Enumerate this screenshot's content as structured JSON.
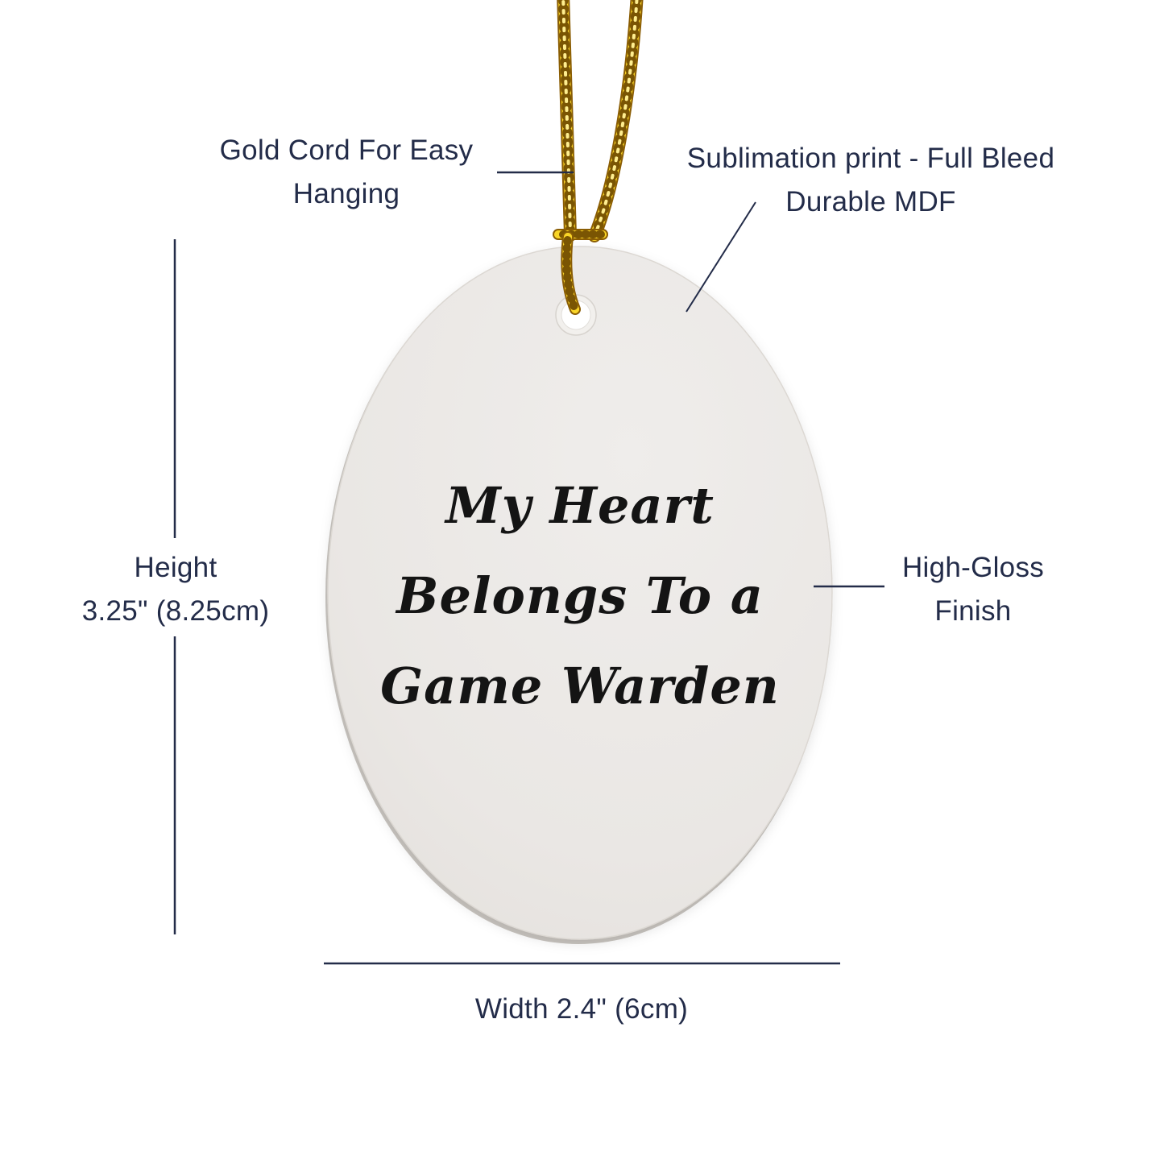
{
  "labels": {
    "cord": {
      "line1": "Gold Cord For Easy",
      "line2": "Hanging"
    },
    "print": {
      "line1": "Sublimation print - Full Bleed",
      "line2": "Durable MDF"
    },
    "height": {
      "line1": "Height",
      "line2": "3.25\" (8.25cm)"
    },
    "finish": {
      "line1": "High-Gloss",
      "line2": "Finish"
    },
    "width": {
      "text": "Width 2.4\" (6cm)"
    }
  },
  "ornament": {
    "text_lines": [
      "My Heart",
      "Belongs To a",
      "Game Warden"
    ]
  },
  "colors": {
    "label_text": "#232c49",
    "annotation_line": "#232c49",
    "ornament_fill": "#eae7e4",
    "ornament_edge": "#c9c5c0",
    "ornament_text": "#141414",
    "cord_gold_bright": "#f9d528",
    "cord_gold_mid": "#e8b10e",
    "cord_gold_dark": "#7a5503",
    "background": "#ffffff"
  }
}
